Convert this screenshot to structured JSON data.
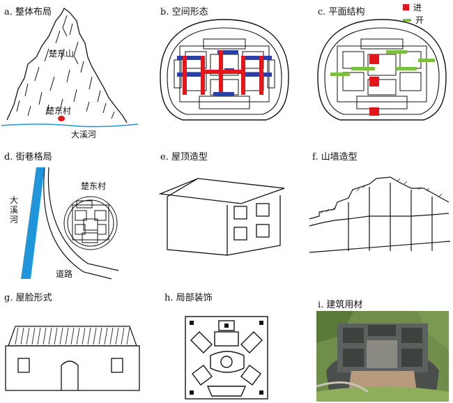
{
  "colors": {
    "red": "#e3171b",
    "green": "#7cc040",
    "blue": "#2b3fa8",
    "river": "#1e96d9",
    "line": "#111111"
  },
  "panels": {
    "a": {
      "title": "a. 整体布局",
      "mountain": "楚东山",
      "village": "楚东村",
      "river": "大溪河"
    },
    "b": {
      "title": "b. 空间形态"
    },
    "c": {
      "title": "c. 平面结构",
      "legend": [
        {
          "label": "进",
          "color": "#e3171b"
        },
        {
          "label": "开",
          "color": "#7cc040"
        }
      ]
    },
    "d": {
      "title": "d. 街巷格局",
      "village": "楚东村",
      "river": "大\n溪\n河",
      "road": "道路"
    },
    "e": {
      "title": "e. 屋顶造型"
    },
    "f": {
      "title": "f. 山墙造型"
    },
    "g": {
      "title": "g. 屋脸形式"
    },
    "h": {
      "title": "h. 局部装饰"
    },
    "i": {
      "title": "i. 建筑用材"
    }
  }
}
